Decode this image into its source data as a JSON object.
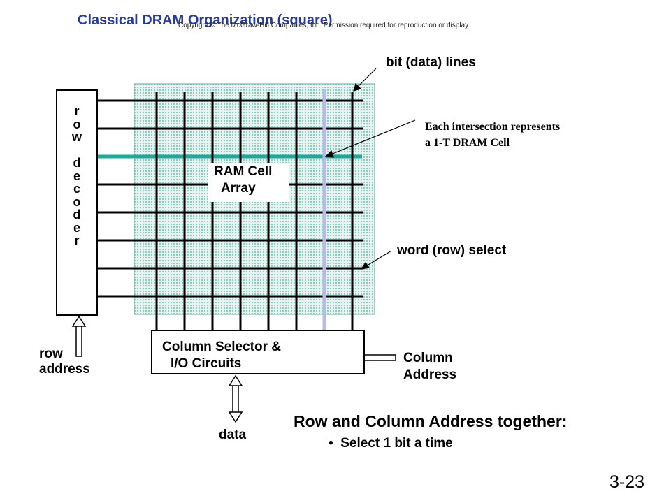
{
  "slide": {
    "title": "Classical DRAM Organization (square)",
    "copyright": "Copyright © The McGraw-Hill Companies, Inc. Permission required for reproduction or display.",
    "slide_number": "3-23"
  },
  "labels": {
    "bit_lines": "bit (data) lines",
    "intersection_line1": "Each intersection represents",
    "intersection_line2": "a 1-T DRAM Cell",
    "word_select": "word (row) select",
    "ram_cell_line1": "RAM Cell",
    "ram_cell_line2": "Array",
    "row_decoder_letters": [
      "r",
      "o",
      "w",
      "",
      "d",
      "e",
      "c",
      "o",
      "d",
      "e",
      "r"
    ],
    "column_selector_line1": "Column Selector &",
    "column_selector_line2": "I/O Circuits",
    "row_address_line1": "row",
    "row_address_line2": "address",
    "column_address_line1": "Column",
    "column_address_line2": "Address",
    "data": "data"
  },
  "summary": {
    "heading": "Row and Column Address together:",
    "bullets": [
      "Select 1 bit a time"
    ]
  },
  "colors": {
    "title": "#2a3a9a",
    "array_fill": "#cfe8e4",
    "selected_word_line": "#1fa89a",
    "selected_bit_line": "#b9b9ee"
  }
}
